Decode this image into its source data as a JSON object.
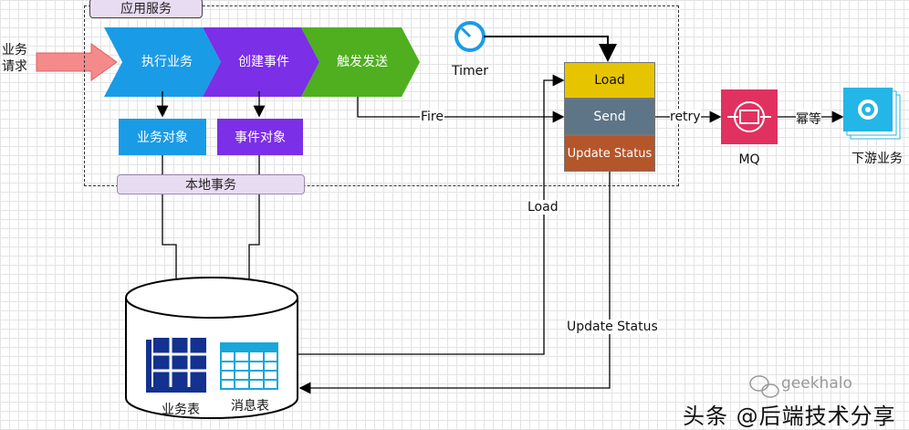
{
  "title_tag": "应用服务",
  "request_label": "业务\n请求",
  "chevrons": [
    "执行业务",
    "创建事件",
    "触发发送"
  ],
  "objects": [
    "业务对象",
    "事件对象"
  ],
  "local_tx": "本地事务",
  "timer_label": "Timer",
  "stack": [
    "Load",
    "Send",
    "Update Status"
  ],
  "edges": {
    "fire": "Fire",
    "retry": "retry",
    "idempotent": "幂等",
    "load": "Load",
    "update_status": "Update Status"
  },
  "mq_label": "MQ",
  "downstream_label": "下游业务",
  "tables": [
    "业务表",
    "消息表"
  ],
  "watermark": "geekhalo",
  "footer": "头条 @后端技术分享",
  "colors": {
    "chevron1": "#1a9be6",
    "chevron2": "#7b2fe6",
    "chevron3": "#4faf1f",
    "object1": "#1a9be6",
    "object2": "#7b2fe6",
    "local_tx_bg": "#e8dcf2",
    "load_bg": "#e6c400",
    "send_bg": "#5e7587",
    "update_bg": "#b5552a",
    "mq_bg": "#e0315f",
    "db_grid": "#13318f",
    "msg_grid": "#19a6d9",
    "downstream": "#24b6e6"
  }
}
